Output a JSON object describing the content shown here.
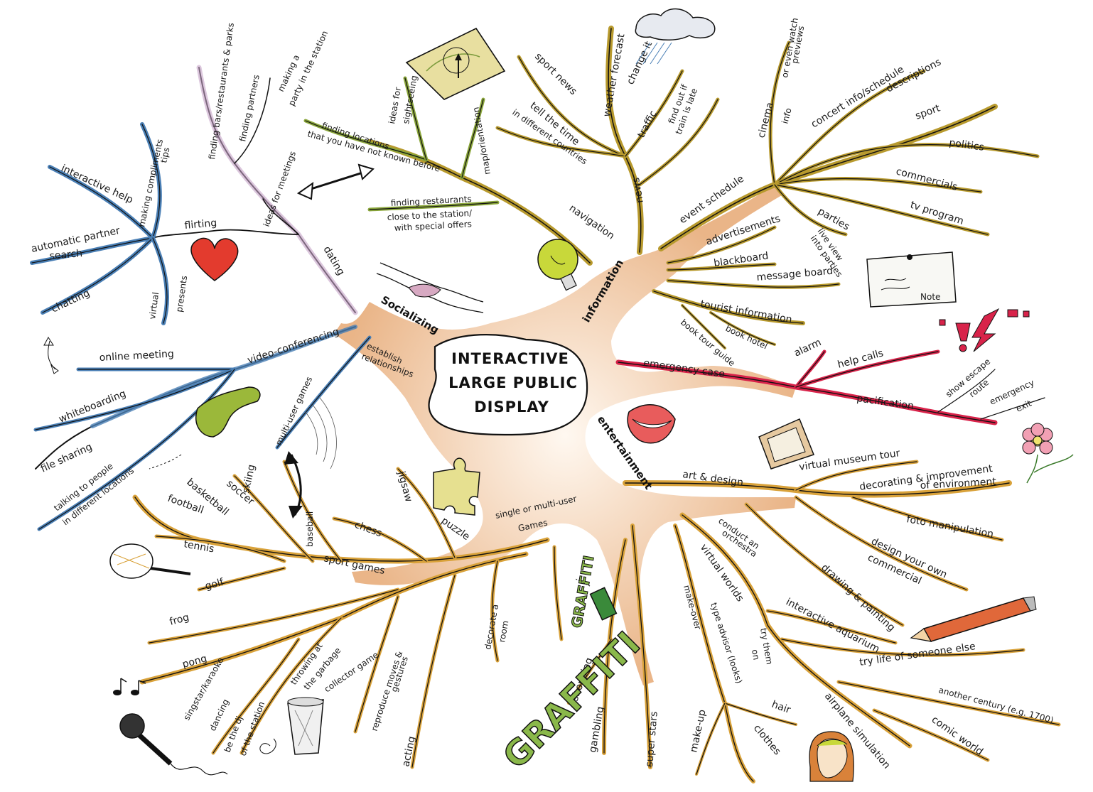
{
  "title_lines": [
    "INTERACTIVE",
    "LARGE PUBLIC",
    "DISPLAY"
  ],
  "colors": {
    "socializing": "#4a7fb5",
    "socializing_accent": "#c9a6c9",
    "information": "#b89a2e",
    "information_accent": "#8aa63a",
    "entertainment": "#d9a23a",
    "emergency": "#d8234a",
    "trunk": "#e8b98a",
    "heart": "#e33b2e",
    "bulb": "#c8d83a",
    "phone": "#9bb83a",
    "puzzle": "#e6e090",
    "pencil": "#e0683a"
  },
  "icons": [
    "heart-icon",
    "light-bulb-icon",
    "phone-icon",
    "handshake-icon",
    "map-icon",
    "cloud-rain-icon",
    "note-icon",
    "alarm-icon",
    "lips-icon",
    "picture-frame-icon",
    "flower-icon",
    "tennis-racket-icon",
    "puzzle-icon",
    "music-notes-icon",
    "microphone-icon",
    "trash-can-icon",
    "spray-can-icon",
    "pencil-icon",
    "face-icon"
  ],
  "labels": {
    "main_socializing": "Socializing",
    "main_information": "information",
    "main_entertainment": "entertainment",
    "flirting": "flirting",
    "making_compliments": "making compliments",
    "tips": "tips",
    "interactive_help": "interactive help",
    "automatic_partner_search_1": "automatic partner",
    "automatic_partner_search_2": "search",
    "chatting": "chatting",
    "virtual_presents_1": "virtual",
    "virtual_presents_2": "presents",
    "dating": "dating",
    "finding_bars": "finding bars/restaurants & parks",
    "finding_partners": "finding partners",
    "making_a_party_1": "making a",
    "making_a_party_2": "party in the station",
    "ideas_for_meetings": "ideas for meetings",
    "video_conferencing": "video-conferencing",
    "online_meeting": "online meeting",
    "whiteboarding": "whiteboarding",
    "file_sharing": "file sharing",
    "talking_to_people_1": "talking to people",
    "talking_to_people_2": "in different locations",
    "establish_relationships_1": "establish",
    "establish_relationships_2": "relationships",
    "multi_user_games": "multi-user games",
    "ideas_sightseeing_1": "ideas for",
    "ideas_sightseeing_2": "sightseeing",
    "finding_locations_1": "finding locations",
    "finding_locations_2": "that you have not known before",
    "map_orientation": "map/orientation",
    "finding_restaurants_1": "finding restaurants",
    "finding_restaurants_2": "close to the station/",
    "finding_restaurants_3": "with special offers",
    "navigation": "navigation",
    "sport_news": "sport news",
    "tell_the_time_1": "tell the time",
    "tell_the_time_2": "in different countries",
    "weather_forecast": "weather forecast",
    "change_it": "change it",
    "traffic": "traffic",
    "find_out_train_1": "find out if",
    "find_out_train_2": "train is late",
    "news": "news",
    "cinema": "cinema",
    "info": "info",
    "or_even_watch_1": "or even watch",
    "or_even_watch_2": "previews",
    "concert_info": "concert info/schedule",
    "descriptions": "descriptions",
    "sport": "sport",
    "politics": "politics",
    "commercials": "commercials",
    "tv_program": "tv program",
    "parties": "parties",
    "live_view_1": "live view",
    "live_view_2": "into parties",
    "event_schedule": "event schedule",
    "advertisements": "advertisements",
    "blackboard": "blackboard",
    "message_board": "message board",
    "tourist_information": "tourist information",
    "book_hotel": "book hotel",
    "book_tour_guide": "book tour guide",
    "emergency_case": "emergency case",
    "alarm": "alarm",
    "help_calls": "help calls",
    "pacification": "pacification",
    "show_escape_route_1": "show escape",
    "show_escape_route_2": "route",
    "emergency_exit_1": "emergency",
    "emergency_exit_2": "exit",
    "note": "Note",
    "art_design": "art & design",
    "virtual_museum_tour": "virtual museum tour",
    "decorating_1": "decorating & improvement",
    "decorating_2": "of environment",
    "foto_manipulation": "foto manipulation",
    "design_commercial_1": "design your own",
    "design_commercial_2": "commercial",
    "drawing_painting": "drawing & painting",
    "conduct_orchestra_1": "conduct an",
    "conduct_orchestra_2": "orchestra",
    "virtual_worlds": "virtual worlds",
    "interactive_aquarium": "interactive aquarium",
    "try_life": "try life of someone else",
    "another_century": "another century (e.g. 1700)",
    "airplane_simulation": "airplane simulation",
    "comic_world": "comic world",
    "make_over": "make-over",
    "type_advisor": "type advisor (looks)",
    "try_them_on_1": "try them",
    "try_them_on_2": "on",
    "make_up": "make-up",
    "hair": "hair",
    "clothes": "clothes",
    "super_stars": "super stars",
    "gambling": "gambling",
    "shopping": "shopping",
    "single_multi_user_1": "single or multi-user",
    "single_multi_user_2": "Games",
    "jigsaw": "jigsaw",
    "puzzle": "puzzle",
    "chess": "chess",
    "sport_games": "sport games",
    "skiing": "skiing",
    "soccer": "soccer",
    "basketball": "basketball",
    "football": "football",
    "baseball": "baseball",
    "tennis": "tennis",
    "golf": "golf",
    "frog": "frog",
    "pong": "pong",
    "singstar_karaoke": "singstar/karaoke",
    "dancing": "dancing",
    "be_the_dj_1": "be the dj",
    "be_the_dj_2": "of the station",
    "throwing_garbage_1": "throwing at",
    "throwing_garbage_2": "the garbage",
    "throwing_garbage_3": "collector game",
    "reproduce_moves_1": "reproduce moves &",
    "reproduce_moves_2": "gestures",
    "acting": "acting",
    "decorate_room_1": "decorate a",
    "decorate_room_2": "room",
    "graffiti": "GRAFFITI",
    "graffiti_small": "GRAFFITI"
  }
}
